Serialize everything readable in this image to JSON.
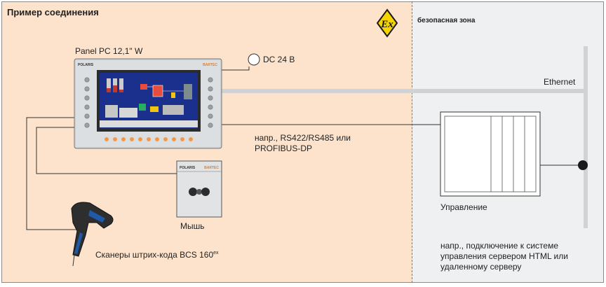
{
  "zones": {
    "hazardous_title": "Пример соединения",
    "safe_title": "безопасная зона"
  },
  "labels": {
    "panel_pc": "Panel PC 12,1\" W",
    "dc_supply": "DC 24 В",
    "ethernet": "Ethernet",
    "serial_line1": "напр., RS422/RS485 или",
    "serial_line2": "PROFIBUS-DP",
    "mouse": "Мышь",
    "scanner_main": "Сканеры штрих-кода BCS 160",
    "scanner_sup": "ex",
    "control": "Управление",
    "note_line1": "напр., подключение к системе",
    "note_line2": "управления сервером HTML или",
    "note_line3": "удаленному серверу"
  },
  "device_text": {
    "panel_brand": "POLARIS",
    "panel_model": "BARTEC",
    "mouse_brand": "POLARIS",
    "mouse_model": "BARTEC"
  },
  "icons": {
    "ex_mark": "Ex"
  },
  "colors": {
    "hazardous_bg": "#fde3cc",
    "safe_bg": "#eef0f2",
    "ex_yellow": "#f6d400",
    "button_orange": "#f19a4a",
    "screen_blue": "#1b2f8c",
    "ethernet_bus": "#cfd3d6",
    "scanner_blue": "#1e5aa8"
  }
}
